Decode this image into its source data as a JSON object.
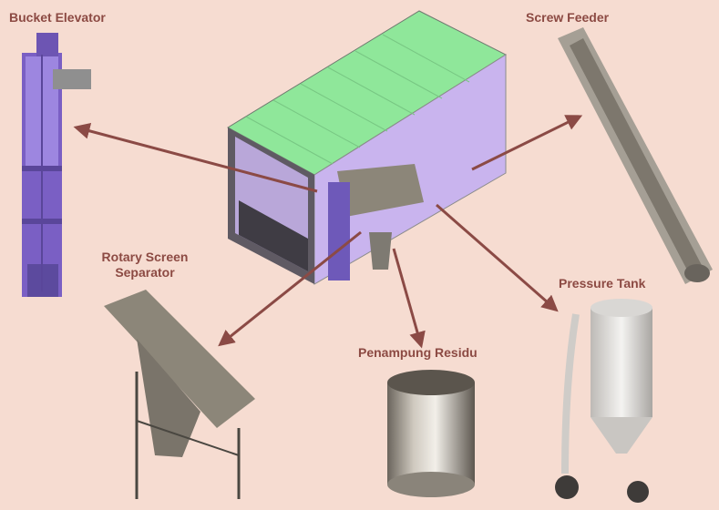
{
  "labels": {
    "bucket_elevator": "Bucket Elevator",
    "screw_feeder": "Screw Feeder",
    "rotary_screen_line1": "Rotary Screen",
    "rotary_screen_line2": "Separator",
    "penampung_residu": "Penampung Residu",
    "pressure_tank": "Pressure Tank"
  },
  "colors": {
    "background": "#f6dcd1",
    "label_text": "#8c4a43",
    "arrow": "#8b4a45",
    "container_roof": "#8fe79a",
    "container_wall": "#c9b4ee",
    "elevator": "#7e63c6",
    "steel": "#8c8679"
  }
}
